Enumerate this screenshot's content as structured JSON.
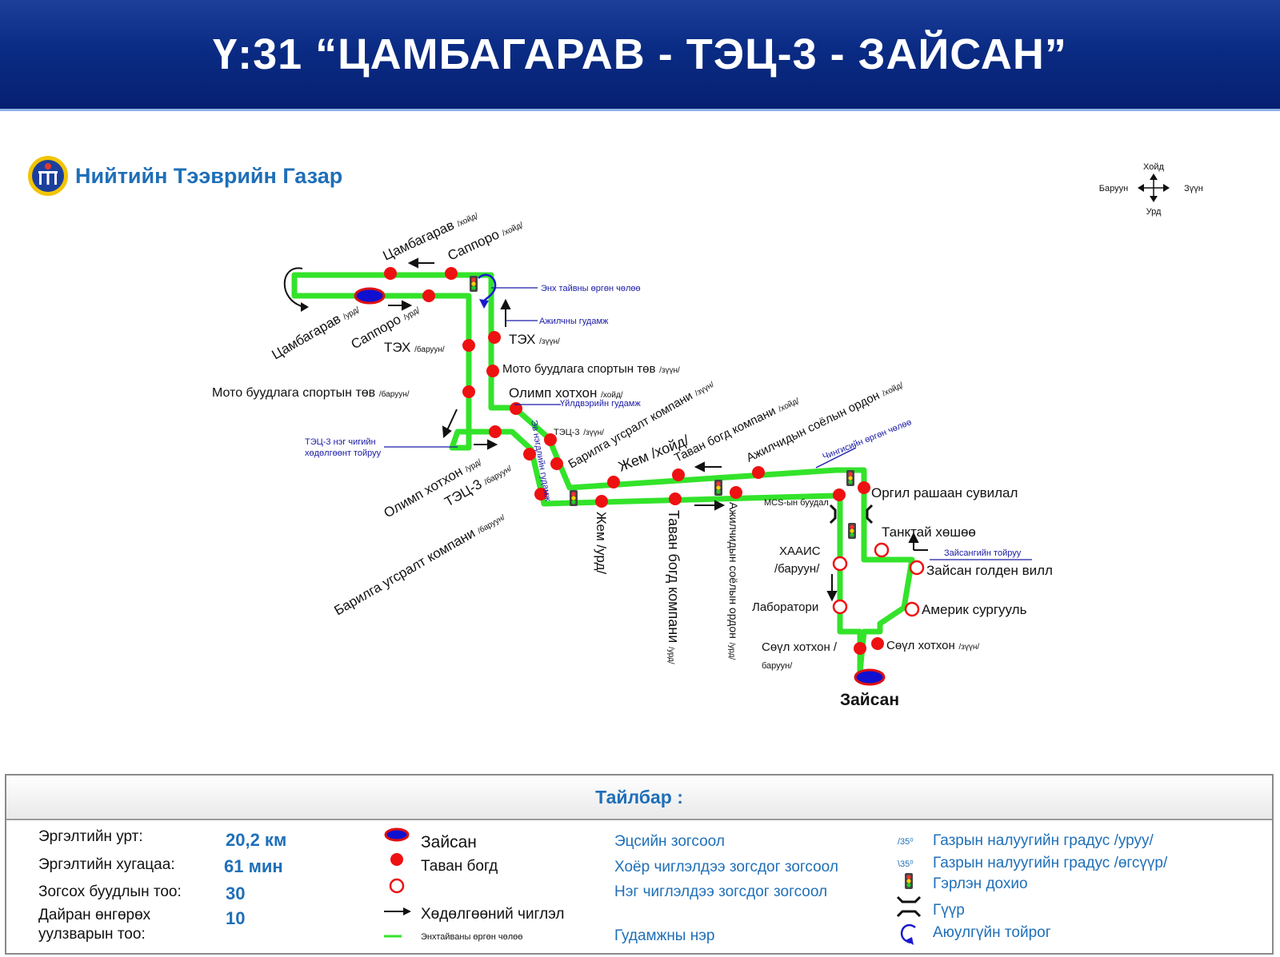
{
  "title": "Ү:31 “ЦАМБАГАРАВ - ТЭЦ-3 - ЗАЙСАН”",
  "org_name": "Нийтийн Тээврийн Газар",
  "compass": {
    "north": "Хойд",
    "south": "Урд",
    "west": "Баруун",
    "east": "Зүүн"
  },
  "colors": {
    "route": "#33e32a",
    "stop": "#ee1111",
    "header": "#0a2b84",
    "accent": "#1f6fb8",
    "street": "#1a1aa6"
  },
  "map": {
    "stops": [
      {
        "text": "Цамбагарав",
        "sub": "/хойд/"
      },
      {
        "text": "Саппоро",
        "sub": "/хойд/"
      },
      {
        "text": "Цамбагарав",
        "sub": "/урд/"
      },
      {
        "text": "Саппоро",
        "sub": "/урд/"
      },
      {
        "text": "ТЭХ",
        "sub": "/баруун/"
      },
      {
        "text": "ТЭХ",
        "sub": "/зүүн/"
      },
      {
        "text": "Мото буудлага спортын төв",
        "sub": "/зүүн/"
      },
      {
        "text": "Мото буудлага спортын төв",
        "sub": "/баруун/"
      },
      {
        "text": "Олимп хотхон",
        "sub": "/хойд/"
      },
      {
        "text": "ТЭЦ-3",
        "sub": "/зүүн/"
      },
      {
        "text": "Барилга угсралт компани",
        "sub": "/зүүн/"
      },
      {
        "text": "Олимп хотхон",
        "sub": "/урд/"
      },
      {
        "text": "ТЭЦ-3",
        "sub": "/баруун/"
      },
      {
        "text": "Барилга угсралт компани",
        "sub": "/баруун/"
      },
      {
        "text": "Жем /хойд/",
        "sub": ""
      },
      {
        "text": "Таван богд компани",
        "sub": "/хойд/"
      },
      {
        "text": "Ажилчидын соёлын ордон",
        "sub": "/хойд/"
      },
      {
        "text": "Жем /урд/",
        "sub": ""
      },
      {
        "text": "Таван богд компани",
        "sub": "/урд/"
      },
      {
        "text": "Ажилчидын соёлын ордон",
        "sub": "/урд/"
      },
      {
        "text": "MCS-ын буудал",
        "sub": ""
      },
      {
        "text": "Оргил рашаан сувилал",
        "sub": ""
      },
      {
        "text": "Танктай хөшөө",
        "sub": ""
      },
      {
        "text": "ХААИС",
        "sub": "/баруун/"
      },
      {
        "text": "Зайсан голден вилл",
        "sub": ""
      },
      {
        "text": "Лаборатори",
        "sub": ""
      },
      {
        "text": "Америк сургууль",
        "sub": ""
      },
      {
        "text": "Сөүл хотхон /",
        "sub": "баруун/"
      },
      {
        "text": "Сөүл хотхон",
        "sub": "/зүүн/"
      },
      {
        "text": "Зайсан",
        "sub": ""
      }
    ],
    "streets": {
      "enkh_taivan": "Энх тайвны өргөн чөлөө",
      "ajilchin": "Ажилчны гудамж",
      "uildveriin": "Үйлдвэрийн гудамж",
      "tets3_loop_1": "ТЭЦ-3 нэг чигийн",
      "tets3_loop_2": "хөдөлгөөнт тойруу",
      "ev_negdliin": "Эв нэгдлийн гудамж",
      "chinggis": "Чингисийн өргөн чөлөө",
      "zaisan_loop": "Зайсангийн тойруу"
    }
  },
  "legend": {
    "title": "Тайлбар :",
    "stats": [
      {
        "label": "Эргэлтийн урт:",
        "value": "20,2 км"
      },
      {
        "label": "Эргэлтийн хугацаа:",
        "value": "61 мин"
      },
      {
        "label": "Зогсох буудлын тоо:",
        "value": "30"
      },
      {
        "label_1": "Дайран өнгөрөх",
        "label_2": "уулзварын тоо:",
        "value": "10"
      }
    ],
    "symbols": [
      {
        "example": "Зайсан",
        "meaning": "Эцсийн зогсоол"
      },
      {
        "example": "Таван богд",
        "meaning": "Хоёр чиглэлдээ зогсдог зогсоол"
      },
      {
        "example": "",
        "meaning": "Нэг чиглэлдээ зогсдог зогсоол"
      },
      {
        "example": "Хөдөлгөөний чиглэл",
        "meaning": ""
      },
      {
        "example": "Энхтайваны өргөн чөлөө",
        "meaning": "Гудамжны нэр"
      }
    ],
    "icons": [
      {
        "mark": "/35⁰",
        "meaning": "Газрын налуугийн градус /уруу/"
      },
      {
        "mark": "\\35⁰",
        "meaning": "Газрын налуугийн градус /өгсүүр/"
      },
      {
        "mark": "",
        "meaning": "Гэрлэн дохио"
      },
      {
        "mark": "",
        "meaning": "Гүүр"
      },
      {
        "mark": "",
        "meaning": "Аюулгүйн тойрог"
      }
    ]
  }
}
